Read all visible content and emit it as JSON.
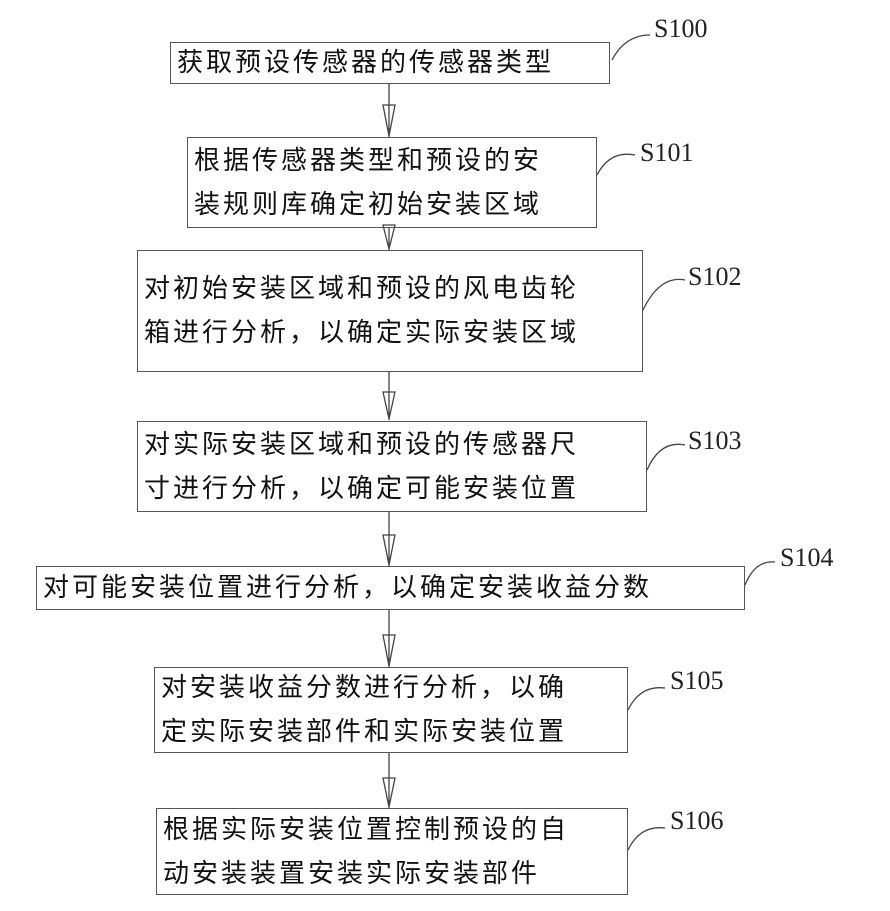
{
  "steps": [
    {
      "id": "S100",
      "lines": [
        "获取预设传感器的传感器类型"
      ]
    },
    {
      "id": "S101",
      "lines": [
        "根据传感器类型和预设的安",
        "装规则库确定初始安装区域"
      ]
    },
    {
      "id": "S102",
      "lines": [
        "对初始安装区域和预设的风电齿轮",
        "箱进行分析，以确定实际安装区域"
      ]
    },
    {
      "id": "S103",
      "lines": [
        "对实际安装区域和预设的传感器尺",
        "寸进行分析，以确定可能安装位置"
      ]
    },
    {
      "id": "S104",
      "lines": [
        "对可能安装位置进行分析，以确定安装收益分数"
      ]
    },
    {
      "id": "S105",
      "lines": [
        "对安装收益分数进行分析，以确",
        "定实际安装部件和实际安装位置"
      ]
    },
    {
      "id": "S106",
      "lines": [
        "根据实际安装位置控制预设的自",
        "动安装装置安装实际安装部件"
      ]
    }
  ]
}
